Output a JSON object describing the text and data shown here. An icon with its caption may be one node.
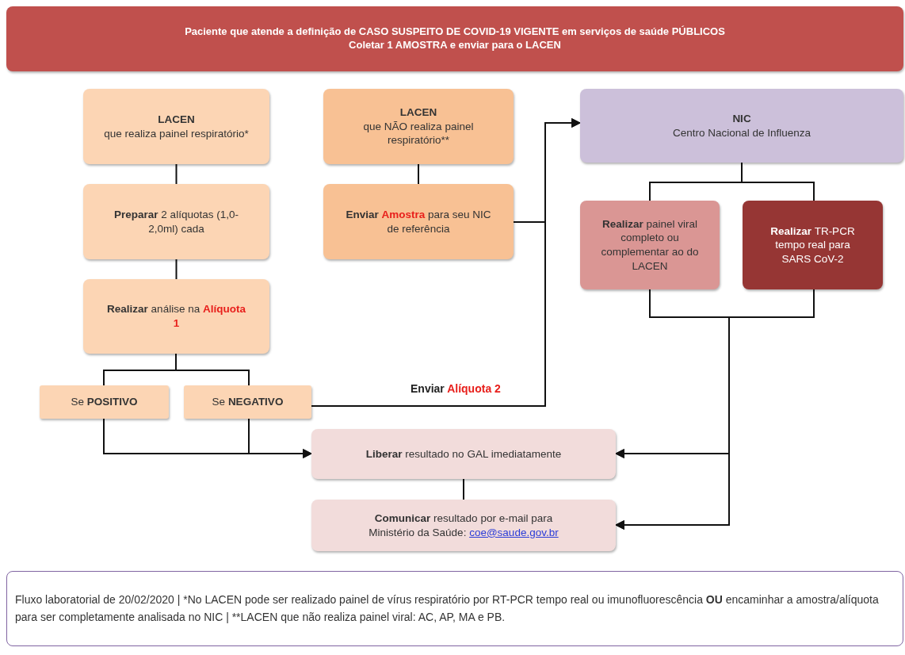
{
  "diagram": {
    "nodes": [
      {
        "text": [
          "Paciente que atende a definição de CASO SUSPEITO DE COVID-19 VIGENTE em serviços de saúde PÚBLICOS",
          "Coletar 1 AMOSTRA e enviar para o LACEN"
        ]
      },
      {
        "text": [
          "LACEN",
          "que realiza painel respiratório*"
        ]
      },
      {
        "text": [
          "**Preparar** 2 alíquotas (1,0-2,0ml) cada"
        ]
      },
      {
        "text": [
          "**Realizar** análise na **Alíquota 1**"
        ]
      },
      {
        "text": [
          "Se **POSITIVO**"
        ]
      },
      {
        "text": [
          "Se **NEGATIVO**"
        ]
      },
      {
        "text": [
          "LACEN",
          "que NÃO realiza painel respiratório**"
        ]
      },
      {
        "text": [
          "**Enviar** **Amostra** para seu NIC de referência"
        ]
      },
      {
        "text": [
          "NIC",
          "Centro Nacional de Influenza"
        ]
      },
      {
        "text": [
          "**Realizar** painel viral completo ou complementar ao do LACEN"
        ]
      },
      {
        "text": [
          "**Realizar** TR-PCR tempo real para SARS CoV-2"
        ]
      },
      {
        "text": [
          "**Liberar** resultado no GAL imediatamente"
        ]
      },
      {
        "text": [
          "**Comunicar** resultado por e-mail para Ministério da Saúde: coe@saude.gov.br"
        ]
      },
      {
        "text": [
          "Fluxo laboratorial de 20/02/2020 | *No LACEN pode ser realizado painel de vírus respiratório por RT-PCR tempo real ou imunofluorescência **OU** encaminhar a amostra/alíquota para ser completamente analisada no NIC | **LACEN que não realiza painel viral: AC, AP, MA e PB."
        ]
      }
    ],
    "edges": [
      {
        "from": 1,
        "to": 2,
        "arrow": "none"
      },
      {
        "from": 2,
        "to": 3,
        "arrow": "none"
      },
      {
        "from": 3,
        "to": 4,
        "arrow": "none"
      },
      {
        "from": 3,
        "to": 5,
        "arrow": "none"
      },
      {
        "from": 6,
        "to": 7,
        "arrow": "none"
      },
      {
        "from": 7,
        "to": 8,
        "arrow": "to"
      },
      {
        "from": 5,
        "to": 8,
        "arrow": "to",
        "label": "Enviar Alíquota 2"
      },
      {
        "from": 8,
        "to": 9,
        "arrow": "none"
      },
      {
        "from": 8,
        "to": 10,
        "arrow": "none"
      },
      {
        "from": 9,
        "to": 11,
        "arrow": "to"
      },
      {
        "from": 10,
        "to": 11,
        "arrow": "to"
      },
      {
        "from": 9,
        "to": 12,
        "arrow": "to"
      },
      {
        "from": 10,
        "to": 12,
        "arrow": "to"
      },
      {
        "from": 4,
        "to": 11,
        "arrow": "to"
      },
      {
        "from": 5,
        "to": 11,
        "arrow": "to"
      },
      {
        "from": 11,
        "to": 12,
        "arrow": "none"
      }
    ]
  }
}
